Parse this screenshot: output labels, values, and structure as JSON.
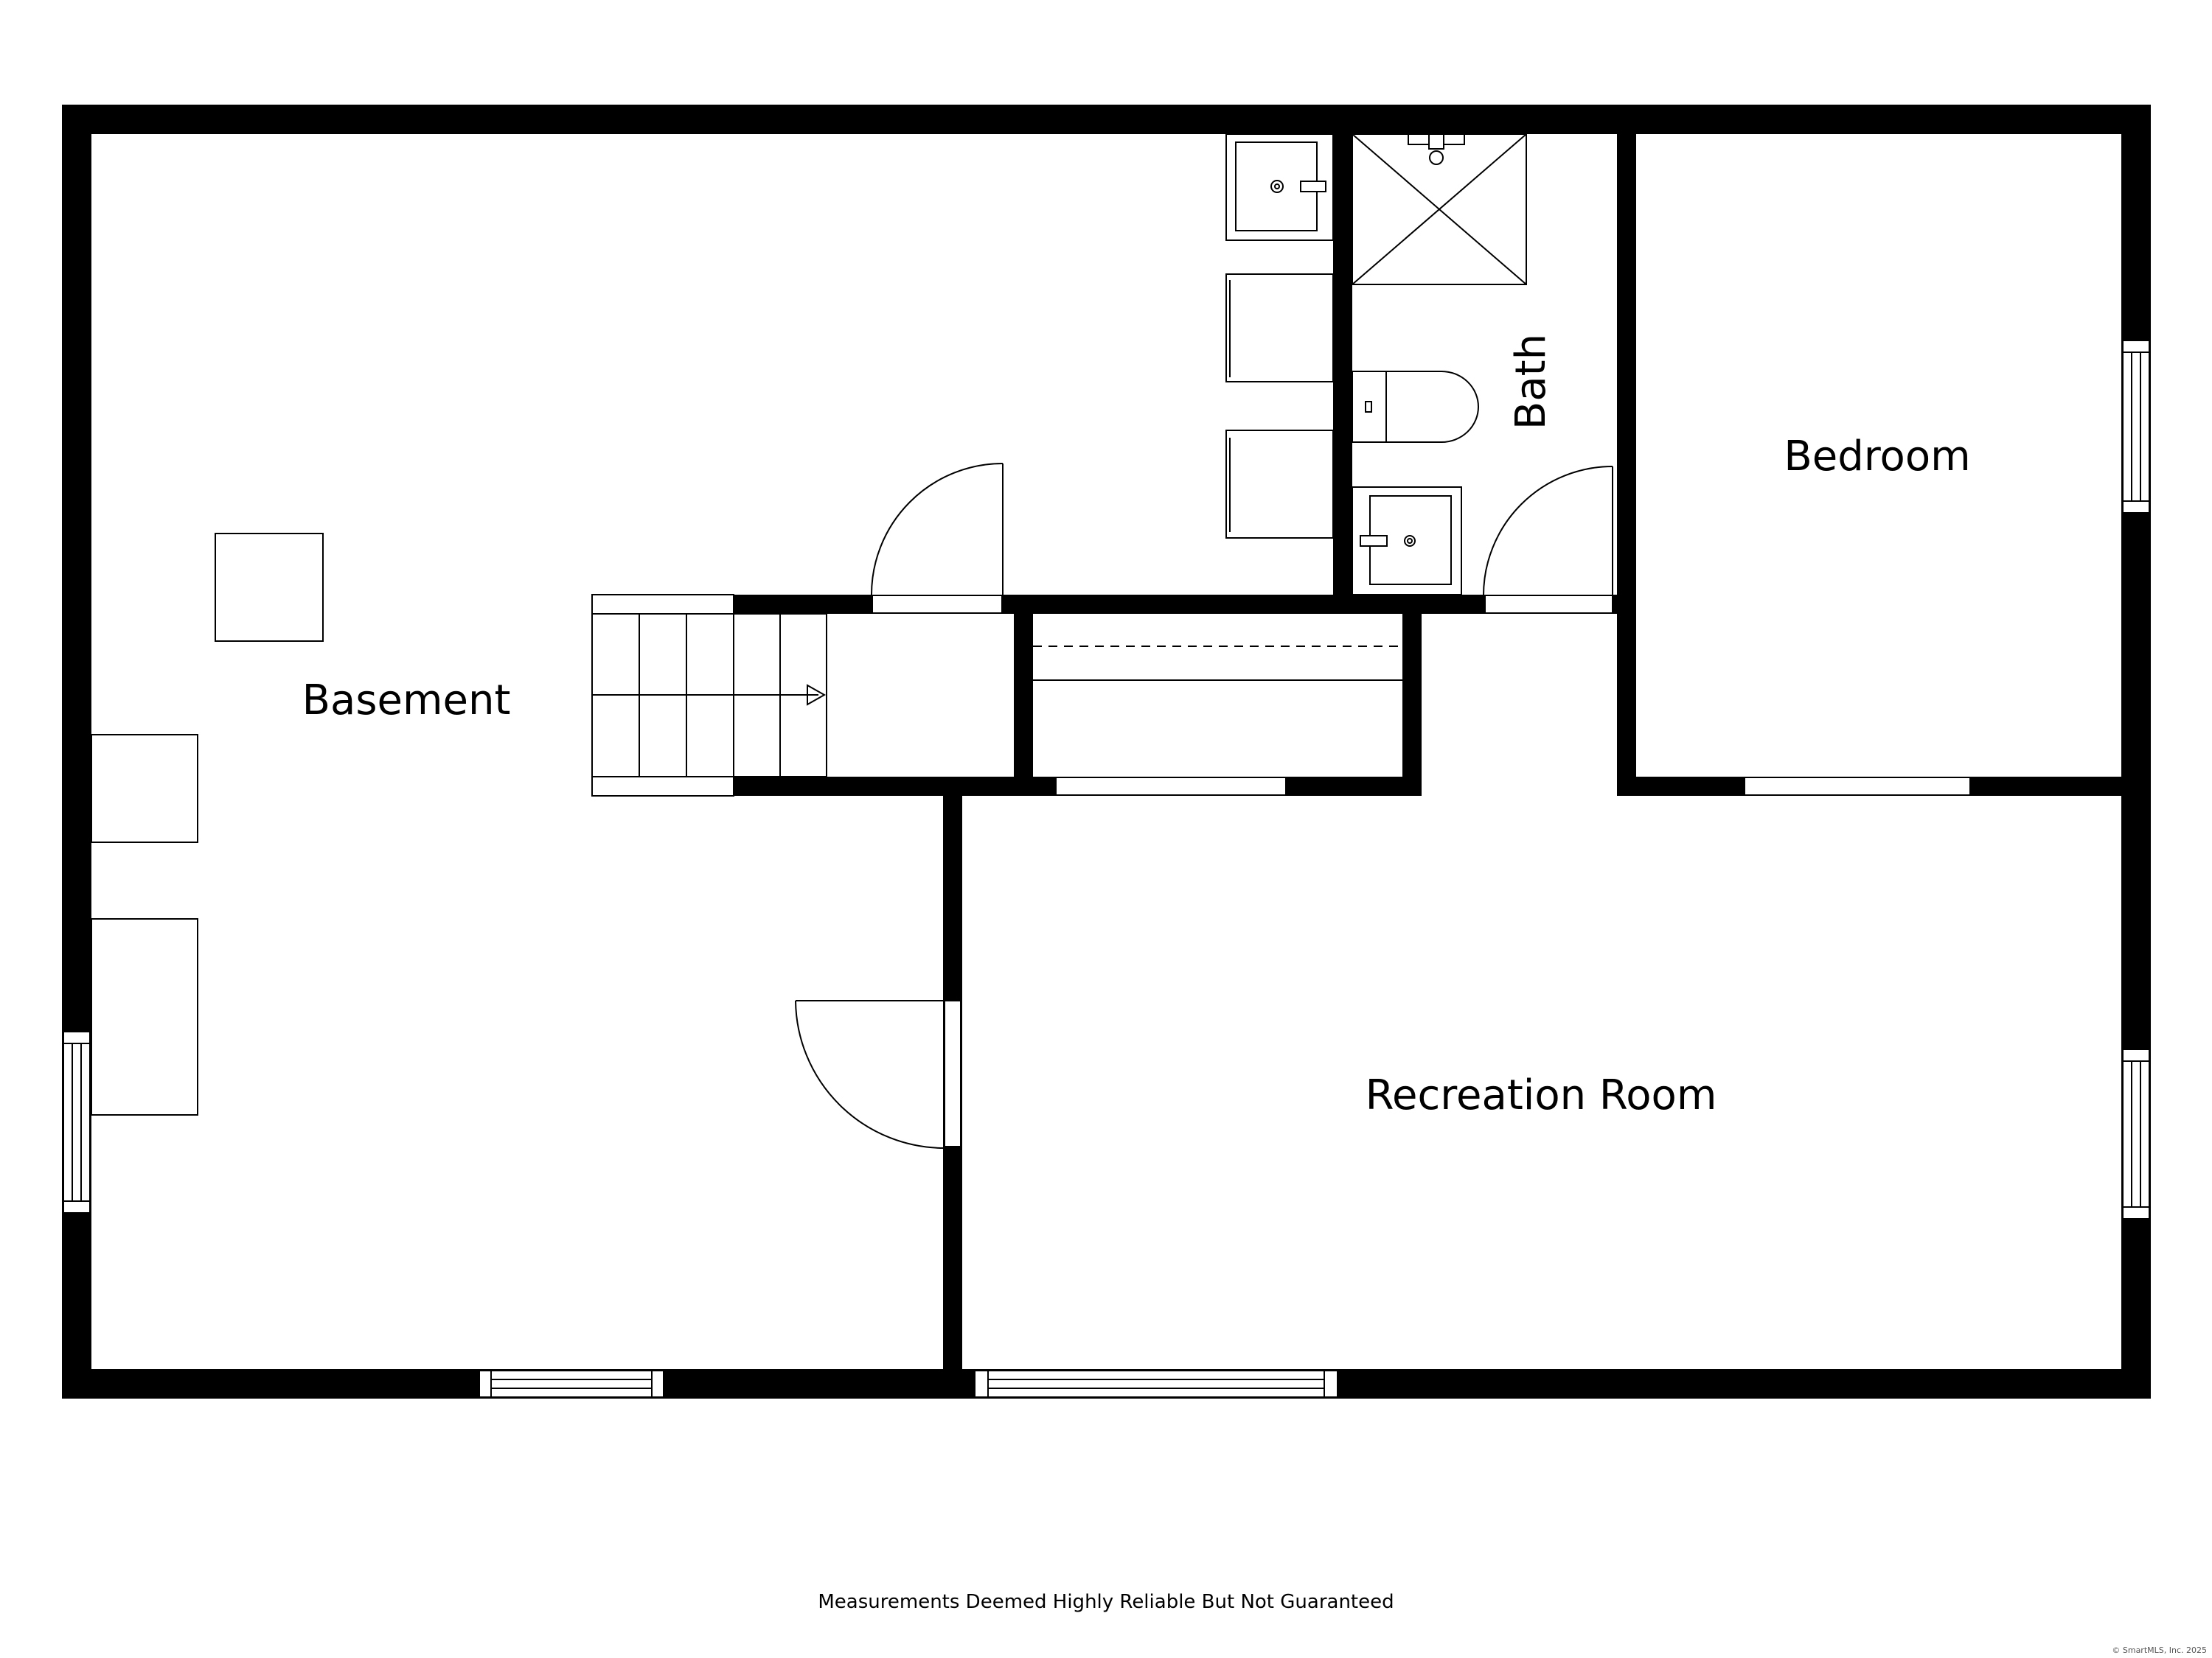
{
  "floor_plan": {
    "rooms": {
      "basement": "Basement",
      "bath": "Bath",
      "bedroom": "Bedroom",
      "recreation_room": "Recreation Room"
    },
    "disclaimer": "Measurements Deemed Highly Reliable But Not Guaranteed",
    "copyright": "© SmartMLS, Inc. 2025"
  }
}
